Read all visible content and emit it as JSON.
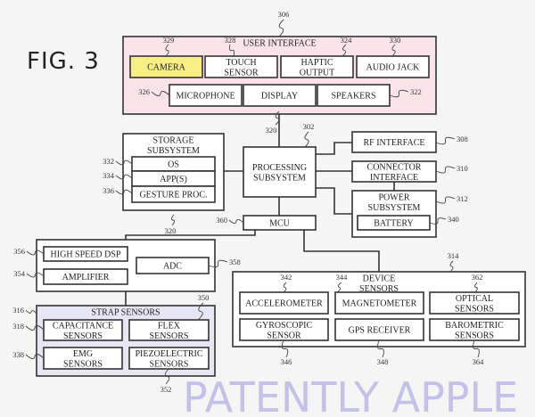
{
  "figure_label": "FIG. 3",
  "watermark": "PATENTLY APPLE",
  "colors": {
    "user_interface_fill": "#fbe3ea",
    "camera_fill": "#f7ee84",
    "strap_fill": "#e7e6f4",
    "watermark": "#b9b5e6"
  },
  "blocks": {
    "user_interface": {
      "ref": "306",
      "lines": [
        "USER INTERFACE"
      ]
    },
    "camera": {
      "ref": "329",
      "lines": [
        "CAMERA"
      ]
    },
    "touch_sensor": {
      "ref": "328",
      "lines": [
        "TOUCH",
        "SENSOR"
      ]
    },
    "haptic_output": {
      "ref": "324",
      "lines": [
        "HAPTIC",
        "OUTPUT"
      ]
    },
    "audio_jack": {
      "ref": "330",
      "lines": [
        "AUDIO JACK"
      ]
    },
    "microphone": {
      "ref": "326",
      "lines": [
        "MICROPHONE"
      ]
    },
    "display": {
      "ref": "320",
      "lines": [
        "DISPLAY"
      ]
    },
    "speakers": {
      "ref": "322",
      "lines": [
        "SPEAKERS"
      ]
    },
    "storage_subsystem": {
      "lines": [
        "STORAGE",
        "SUBSYSTEM"
      ]
    },
    "os": {
      "ref": "332",
      "lines": [
        "OS"
      ]
    },
    "apps": {
      "ref": "334",
      "lines": [
        "APP(S)"
      ]
    },
    "gesture_proc": {
      "ref": "336",
      "lines": [
        "GESTURE PROC."
      ]
    },
    "processing_subsystem": {
      "ref": "302",
      "lines": [
        "PROCESSING",
        "SUBSYSTEM"
      ]
    },
    "rf_interface": {
      "ref": "308",
      "lines": [
        "RF INTERFACE"
      ]
    },
    "connector_interface": {
      "ref": "310",
      "lines": [
        "CONNECTOR",
        "INTERFACE"
      ]
    },
    "power_subsystem": {
      "ref": "312",
      "lines": [
        "POWER",
        "SUBSYSTEM"
      ]
    },
    "battery": {
      "ref": "340",
      "lines": [
        "BATTERY"
      ]
    },
    "mcu": {
      "ref": "360",
      "lines": [
        "MCU"
      ]
    },
    "dsp_group": {
      "ref": "320",
      "lines": []
    },
    "high_speed_dsp": {
      "ref": "356",
      "lines": [
        "HIGH SPEED DSP"
      ]
    },
    "amplifier": {
      "ref": "354",
      "lines": [
        "AMPLIFIER"
      ]
    },
    "adc": {
      "ref": "358",
      "lines": [
        "ADC"
      ]
    },
    "strap_sensors": {
      "ref": "316",
      "lines": [
        "STRAP SENSORS"
      ]
    },
    "capacitance_sensors": {
      "ref": "318",
      "lines": [
        "CAPACITANCE",
        "SENSORS"
      ]
    },
    "flex_sensors": {
      "ref": "350",
      "lines": [
        "FLEX",
        "SENSORS"
      ]
    },
    "emg_sensors": {
      "ref": "338",
      "lines": [
        "EMG",
        "SENSORS"
      ]
    },
    "piezoelectric_sensors": {
      "ref": "352",
      "lines": [
        "PIEZOELECTRIC",
        "SENSORS"
      ]
    },
    "device_sensors": {
      "ref": "314",
      "lines": [
        "DEVICE",
        "SENSORS"
      ]
    },
    "accelerometer": {
      "ref": "342",
      "lines": [
        "ACCELEROMETER"
      ]
    },
    "magnetometer": {
      "ref": "344",
      "lines": [
        "MAGNETOMETER"
      ]
    },
    "optical_sensors": {
      "ref": "362",
      "lines": [
        "OPTICAL",
        "SENSORS"
      ]
    },
    "gyroscopic_sensor": {
      "ref": "346",
      "lines": [
        "GYROSCOPIC",
        "SENSOR"
      ]
    },
    "gps_receiver": {
      "ref": "348",
      "lines": [
        "GPS RECEIVER"
      ]
    },
    "barometric_sensors": {
      "ref": "364",
      "lines": [
        "BAROMETRIC",
        "SENSORS"
      ]
    }
  }
}
